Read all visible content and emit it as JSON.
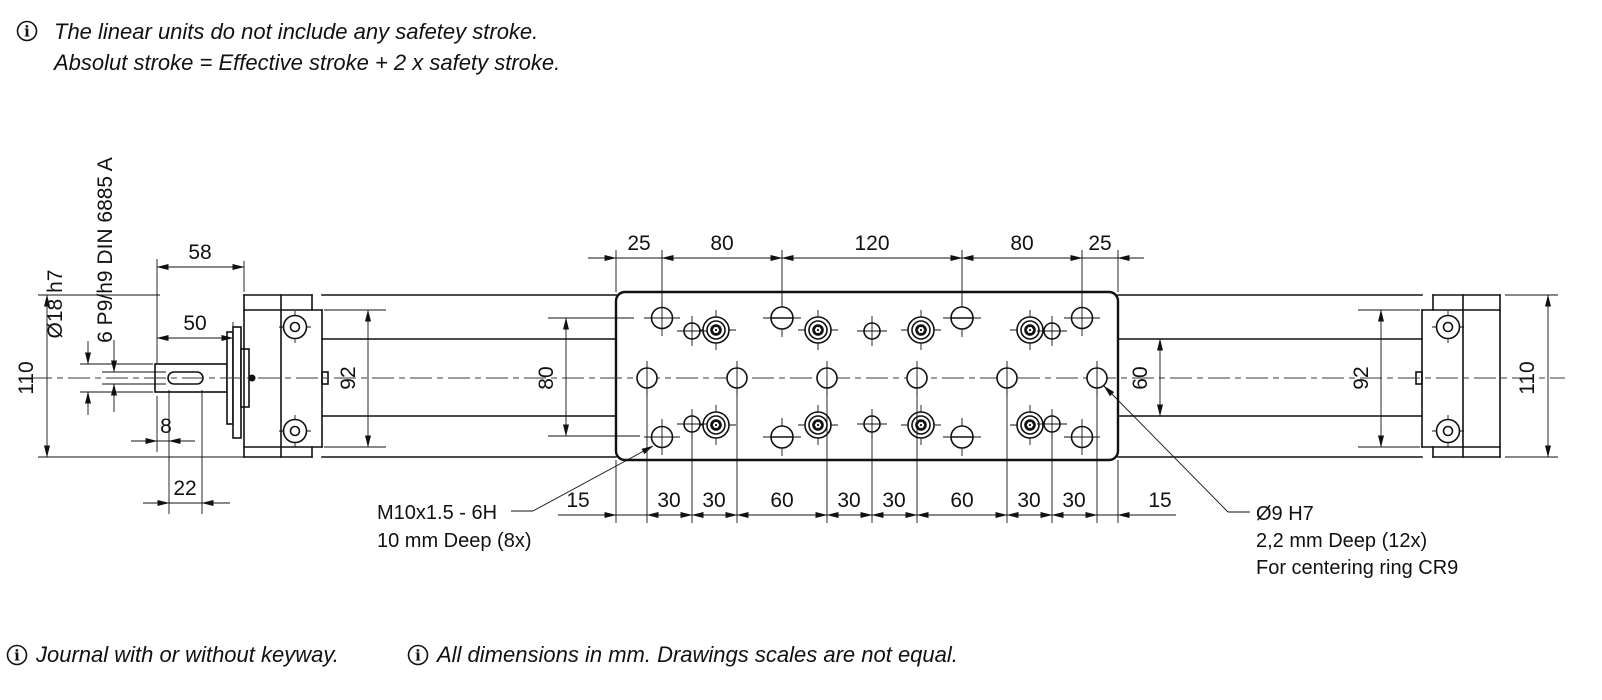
{
  "notes": {
    "info_glyph": "i",
    "top": {
      "line1": "The linear units do not include any safetey stroke.",
      "line2": "Absolut stroke = Effective stroke + 2 x safety stroke."
    },
    "bottom_left": "Journal with or without keyway.",
    "bottom_right": "All dimensions in mm. Drawings scales are not equal."
  },
  "dims": {
    "top": [
      "25",
      "80",
      "120",
      "80",
      "25"
    ],
    "bottom": [
      "15",
      "30",
      "30",
      "60",
      "30",
      "30",
      "60",
      "30",
      "30",
      "15"
    ],
    "overall_height_left": "110",
    "overall_height_right": "110",
    "journal_length": "58",
    "shaft_length": "50",
    "keyway_offset": "8",
    "keyway_length": "22",
    "shaft_diameter": "Ø18 h7",
    "keyway_spec": "6 P9/h9 DIN 6885 A",
    "block_height_left": "92",
    "block_height_right": "92",
    "hole_rows_spacing": "80",
    "rail_spacing": "60"
  },
  "callouts": {
    "thread": {
      "line1": "M10x1.5 - 6H",
      "line2": "10 mm Deep (8x)"
    },
    "centering": {
      "line1": "Ø9 H7",
      "line2": "2,2 mm Deep  (12x)",
      "line3": "For centering ring CR9"
    }
  },
  "colors": {
    "line": "#111111",
    "background": "#ffffff"
  }
}
